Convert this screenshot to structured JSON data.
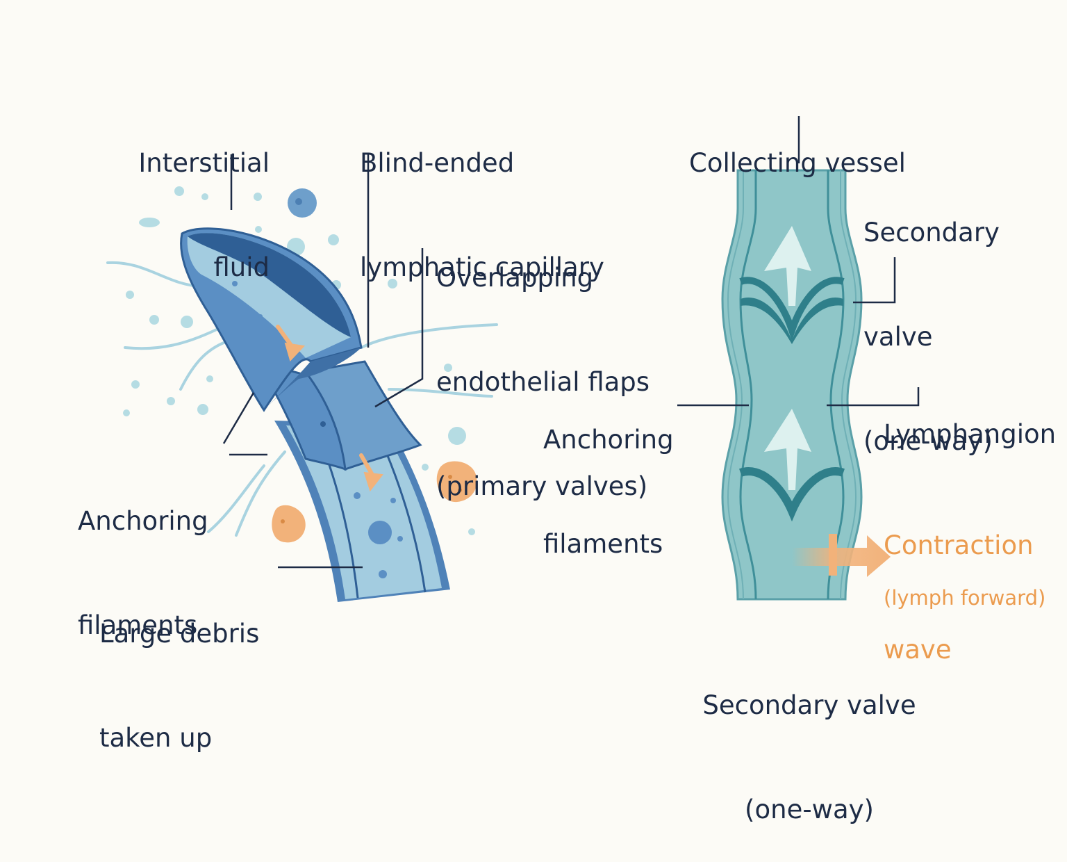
{
  "labels": {
    "interstitial_fluid": [
      "Interstitial",
      "fluid"
    ],
    "blind_ended_capillary": [
      "Blind-ended",
      "lymphatic capillary"
    ],
    "overlapping_flaps": [
      "Overlapping",
      "endothelial flaps",
      "(primary valves)"
    ],
    "anchoring_filaments_left": [
      "Anchoring",
      "filaments"
    ],
    "large_debris": [
      "Large debris",
      "taken up"
    ],
    "collecting_vessel": "Collecting vessel",
    "secondary_valve_top": [
      "Secondary",
      "valve",
      "(one-way)"
    ],
    "anchoring_filaments_right": [
      "Anchoring",
      "filaments"
    ],
    "lymphangion": "Lymphangion",
    "contraction_wave": [
      "Contraction",
      "wave"
    ],
    "lymph_forward": "(lymph forward)",
    "secondary_valve_bottom": [
      "Secondary valve",
      "(one-way)"
    ]
  },
  "colors": {
    "background": "#fcfbf6",
    "text": "#1d2b45",
    "capillary_outer": "#5b8fc4",
    "capillary_dark": "#2f5f95",
    "capillary_lumen": "#a3cce0",
    "vessel_fill": "#8fc6c8",
    "vessel_wall": "#3f8f99",
    "valve_dark": "#2f7f8a",
    "accent_orange": "#f2b27a",
    "orange_text": "#eb9b4e",
    "filament": "#a9d3e0"
  }
}
